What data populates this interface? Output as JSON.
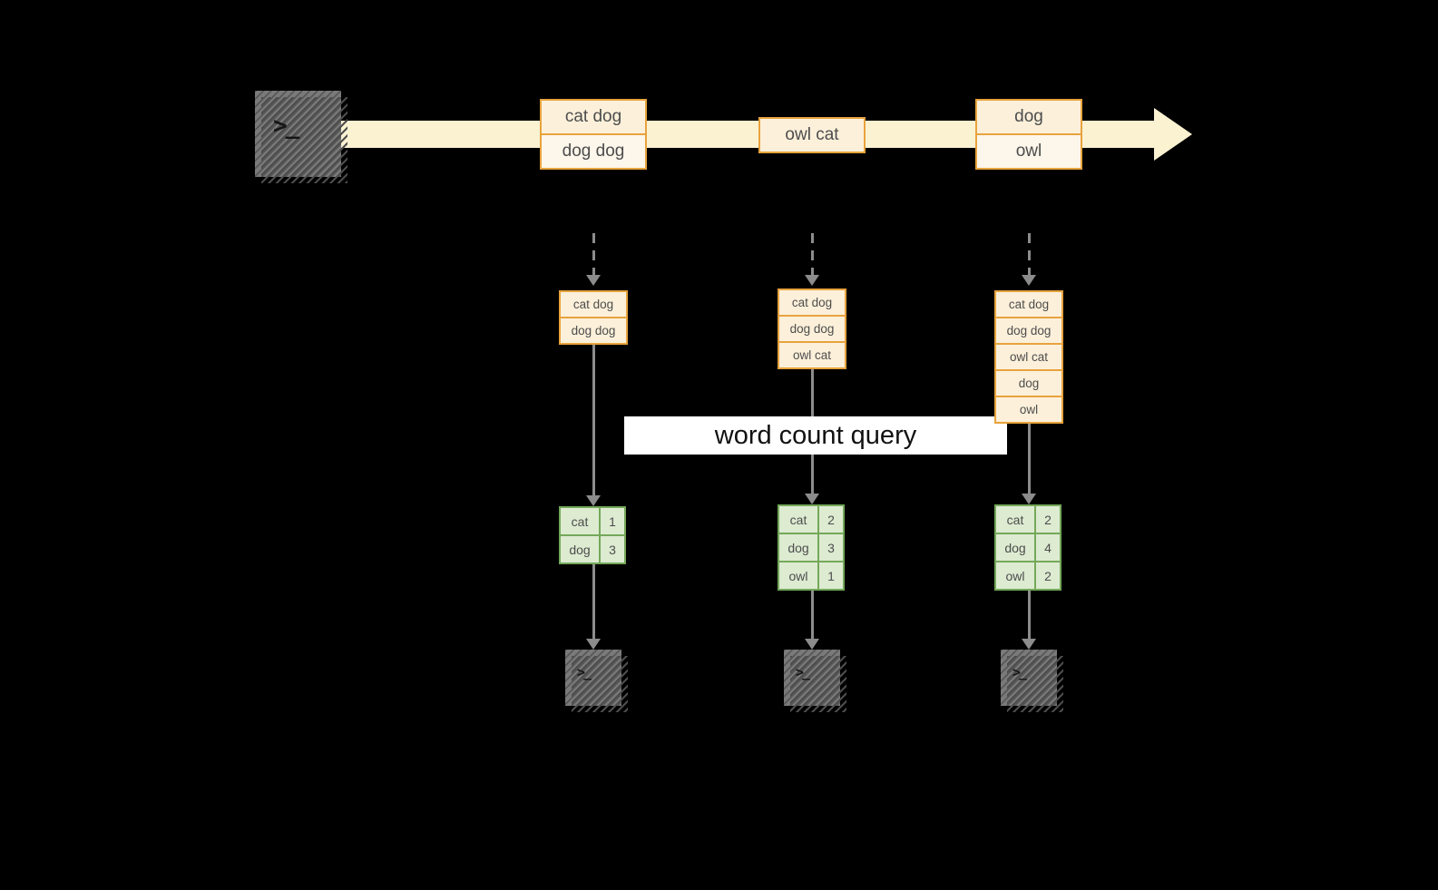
{
  "query": {
    "label": "word count query"
  },
  "icons": {
    "terminal_prompt": ">_"
  },
  "stream": {
    "groups": [
      {
        "items": [
          "cat dog",
          "dog dog"
        ]
      },
      {
        "items": [
          "owl cat"
        ]
      },
      {
        "items": [
          "dog",
          "owl"
        ]
      }
    ]
  },
  "windows": [
    {
      "items": [
        "cat dog",
        "dog dog"
      ]
    },
    {
      "items": [
        "cat dog",
        "dog dog",
        "owl cat"
      ]
    },
    {
      "items": [
        "cat dog",
        "dog dog",
        "owl cat",
        "dog",
        "owl"
      ]
    }
  ],
  "counts": [
    {
      "rows": [
        {
          "word": "cat",
          "count": 1
        },
        {
          "word": "dog",
          "count": 3
        }
      ]
    },
    {
      "rows": [
        {
          "word": "cat",
          "count": 2
        },
        {
          "word": "dog",
          "count": 3
        },
        {
          "word": "owl",
          "count": 1
        }
      ]
    },
    {
      "rows": [
        {
          "word": "cat",
          "count": 2
        },
        {
          "word": "dog",
          "count": 4
        },
        {
          "word": "owl",
          "count": 2
        }
      ]
    }
  ],
  "colors": {
    "background": "#000000",
    "stream_arrow": "#fbf2d2",
    "event_box_border": "#e8a33d",
    "event_box_fill": "#fcf0da",
    "table_border": "#74a85a",
    "table_fill": "#ddebd1",
    "arrow_gray": "#8c8c8c",
    "banner_bg": "#ffffff",
    "banner_text": "#111111",
    "terminal_gray": "#7a7a7a"
  }
}
